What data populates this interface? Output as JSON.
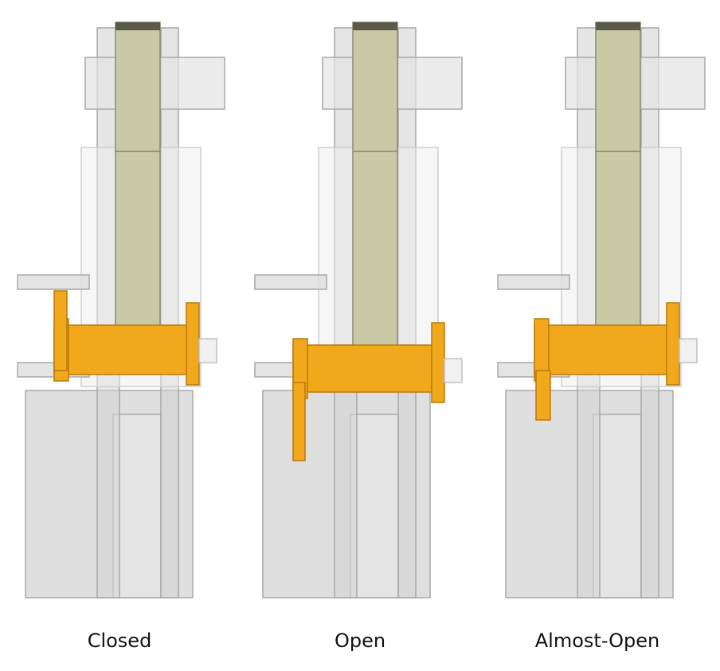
{
  "figure": {
    "panels": [
      {
        "label": "Closed",
        "state": "closed"
      },
      {
        "label": "Open",
        "state": "open"
      },
      {
        "label": "Almost-Open",
        "state": "almost-open"
      }
    ],
    "colors": {
      "pin": "#f2a81c",
      "pin_dark": "#b87a0a",
      "link": "#c9c9a6",
      "link_dark": "#3a3a2a",
      "frame": "#d4d4d4",
      "frame_edge": "#a8a8a8"
    }
  }
}
